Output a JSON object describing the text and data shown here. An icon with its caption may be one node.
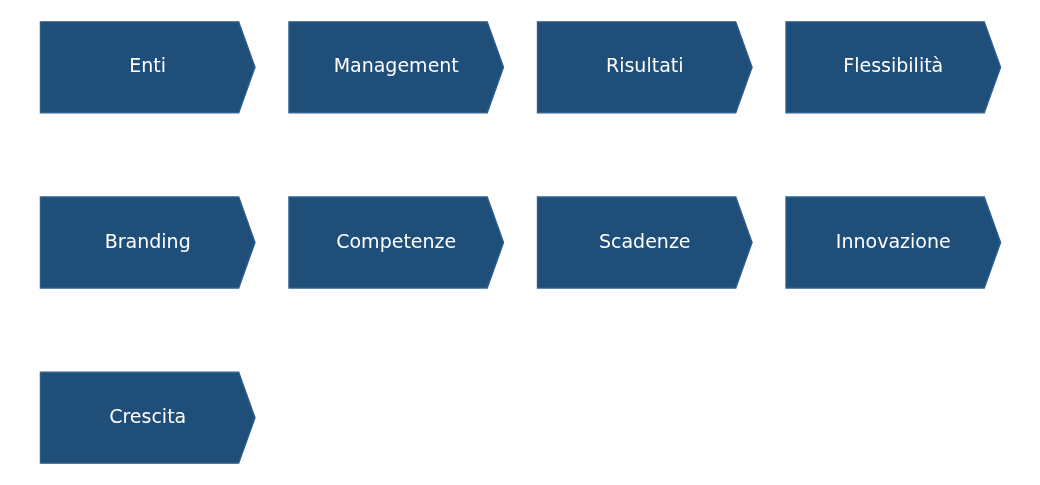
{
  "diagram": {
    "nodes": [
      {
        "text": [
          "Enti"
        ]
      },
      {
        "text": [
          "Management"
        ]
      },
      {
        "text": [
          "Risultati"
        ]
      },
      {
        "text": [
          "Flessibilità"
        ]
      },
      {
        "text": [
          "Branding"
        ]
      },
      {
        "text": [
          "Competenze"
        ]
      },
      {
        "text": [
          "Scadenze"
        ]
      },
      {
        "text": [
          "Innovazione"
        ]
      },
      {
        "text": [
          "Crescita"
        ]
      }
    ],
    "edges": []
  }
}
